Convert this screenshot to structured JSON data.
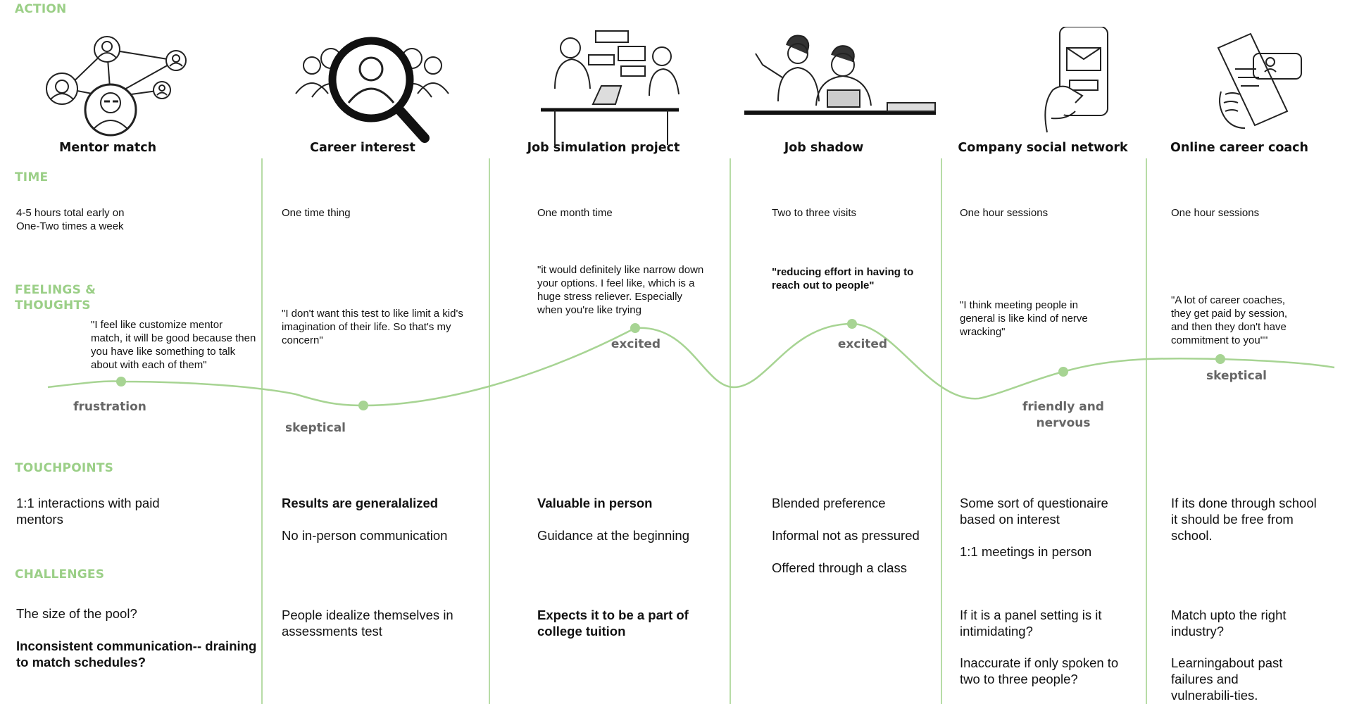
{
  "labels": {
    "action": "ACTION",
    "time": "TIME",
    "feelings": "FEELINGS &\nTHOUGHTS",
    "touchpoints": "TOUCHPOINTS",
    "challenges": "CHALLENGES"
  },
  "columns": [
    {
      "title": "Mentor match",
      "time": "4-5 hours total early on\nOne-Two times a week",
      "quote": "\"I feel like customize mentor match, it will be good because then you have like something to talk about with each of them\"",
      "emotion": "frustration",
      "touchpoints": [
        "1:1 interactions with paid mentors"
      ],
      "challenges": [
        "The size of the pool?",
        "Inconsistent communication-- draining to match schedules?"
      ]
    },
    {
      "title": "Career interest",
      "time": "One time thing",
      "quote": "\"I don't want this test to like limit a kid's imagination of their life. So that's my concern\"",
      "emotion": "skeptical",
      "touchpoints": [
        "Results are generalalized",
        "No in-person communication"
      ],
      "challenges": [
        "People idealize themselves in assessments test"
      ]
    },
    {
      "title": "Job simulation project",
      "time": "One month time",
      "quote": "\"it would definitely like narrow down your options. I feel like, which is a huge stress reliever. Especially when you're like trying",
      "emotion": "excited",
      "touchpoints": [
        "Valuable in person",
        "Guidance at the beginning"
      ],
      "challenges": [
        "Expects it to be a part of college tuition"
      ]
    },
    {
      "title": "Job shadow",
      "time": "Two to three visits",
      "quote": "\"reducing effort in having to reach out to people\"",
      "emotion": "excited",
      "touchpoints": [
        "Blended preference",
        "Informal not as pressured",
        "Offered through a class"
      ],
      "challenges": []
    },
    {
      "title": "Company social network",
      "time": "One hour sessions",
      "quote": "\"I think meeting people in general is like kind of nerve wracking\"",
      "emotion": "friendly and nervous",
      "touchpoints": [
        "Some sort of questionaire based on interest",
        "1:1 meetings in person"
      ],
      "challenges": [
        "If it is a panel setting is it intimidating?",
        "Inaccurate if only spoken to two to three people?"
      ]
    },
    {
      "title": "Online career coach",
      "time": "One hour sessions",
      "quote": "\"A lot of career coaches, they get paid by session, and then they don't have commitment to you\"\"",
      "emotion": "skeptical",
      "touchpoints": [
        "If its done through school it should be free from school."
      ],
      "challenges": [
        "Match upto the right industry?",
        "Learningabout past failures and vulnerabili-ties."
      ]
    }
  ],
  "colors": {
    "accent": "#9bcf87",
    "line": "#a7d493",
    "emotion_text": "#666666"
  }
}
